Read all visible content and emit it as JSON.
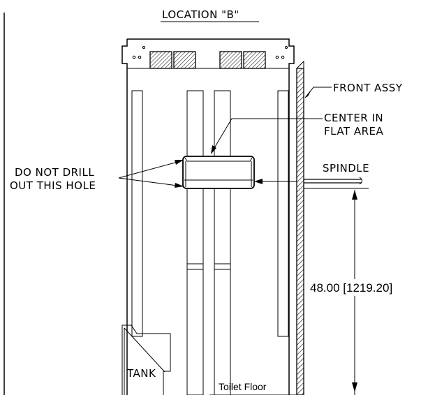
{
  "title": "LOCATION \"B\"",
  "labels": {
    "front_assy": "FRONT ASSY",
    "center_line1": "CENTER IN",
    "center_line2": "FLAT AREA",
    "spindle": "SPINDLE",
    "do_not_drill_line1": "DO NOT DRILL",
    "do_not_drill_line2": "OUT THIS HOLE",
    "dimension": "48.00 [1219.20]",
    "tank": "TANK",
    "floor": "Toilet Floor"
  }
}
